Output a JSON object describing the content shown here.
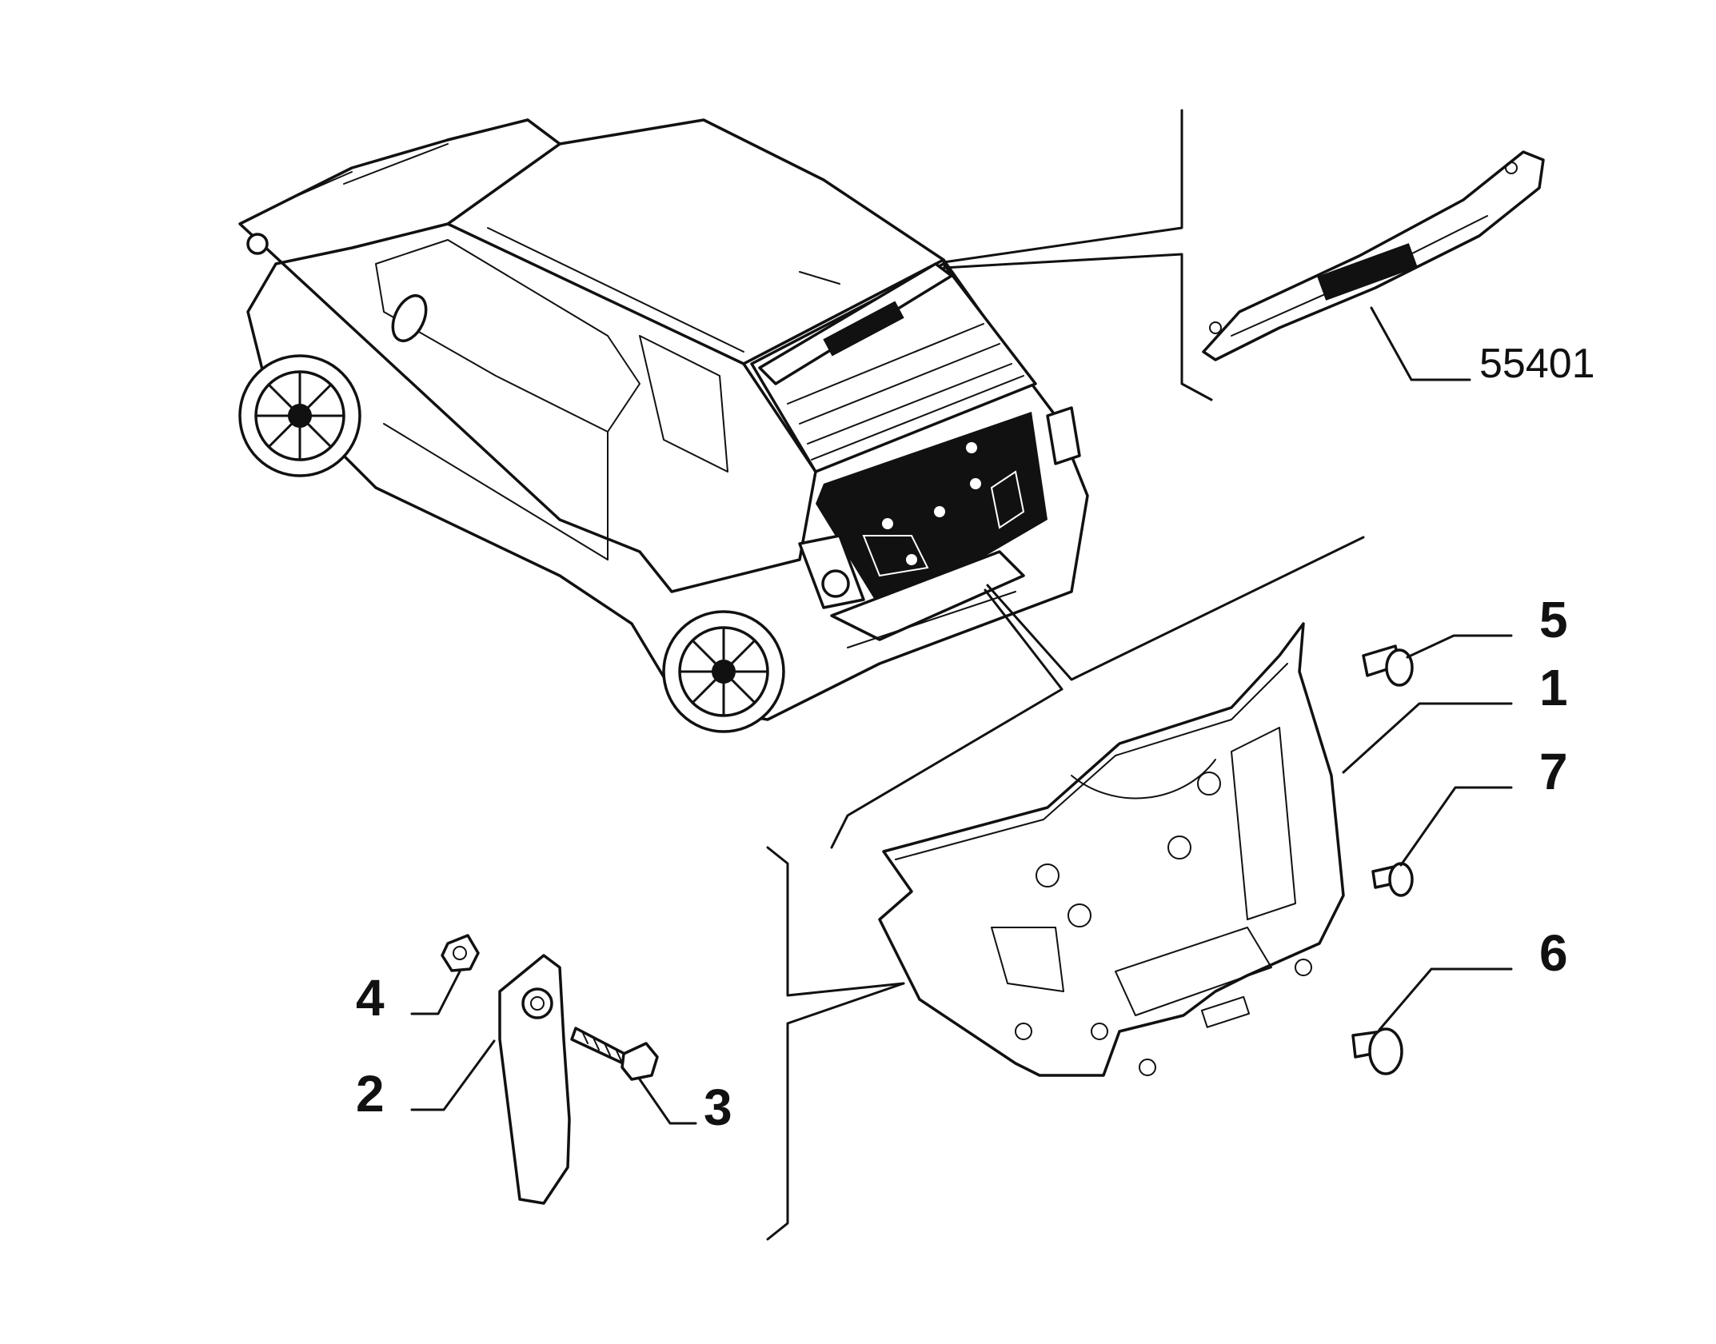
{
  "diagram": {
    "reference_number": "55401",
    "callouts": [
      "5",
      "1",
      "7",
      "6",
      "4",
      "2",
      "3"
    ]
  }
}
